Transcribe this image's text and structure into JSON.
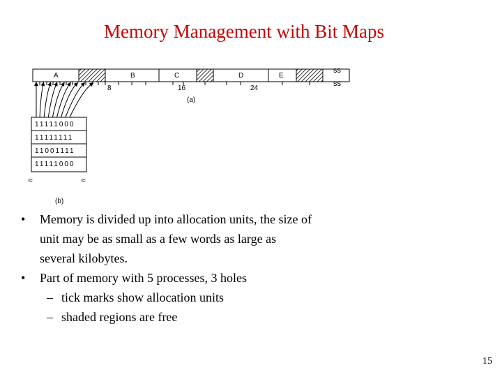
{
  "title": "Memory Management with Bit Maps",
  "figure": {
    "memory_segments": [
      "A",
      "B",
      "C",
      "D",
      "E"
    ],
    "unit_markers": [
      "8",
      "16",
      "24"
    ],
    "caption_a": "(a)",
    "caption_b": "(b)",
    "bitmap_rows": [
      "11111000",
      "11111111",
      "11001111",
      "11111000"
    ]
  },
  "bullets": [
    "Memory is divided up into allocation units, the size of unit may be as small as a few words as large as several kilobytes.",
    "Part of memory with 5 processes, 3 holes"
  ],
  "sub_bullets": [
    "tick marks show allocation units",
    "shaded regions are free"
  ],
  "page_number": "15"
}
